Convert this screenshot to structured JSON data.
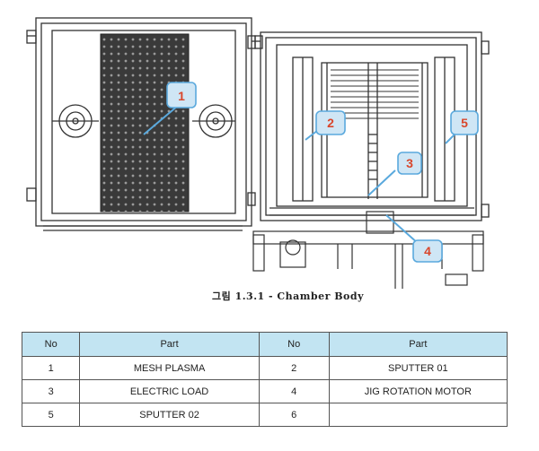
{
  "figure": {
    "caption": "그림 1.3.1 - Chamber Body",
    "callouts": [
      {
        "label": "1",
        "part": "MESH PLASMA"
      },
      {
        "label": "2",
        "part": "SPUTTER 01"
      },
      {
        "label": "3",
        "part": "ELECTRIC LOAD"
      },
      {
        "label": "4",
        "part": "JIG ROTATION MOTOR"
      },
      {
        "label": "5",
        "part": "SPUTTER 02"
      }
    ],
    "colors": {
      "callout_fill": "#cfe6f5",
      "callout_border": "#5aa9dd",
      "callout_text": "#d9462b",
      "line": "#333333"
    }
  },
  "table": {
    "headers": [
      "No",
      "Part",
      "No",
      "Part"
    ],
    "rows": [
      [
        "1",
        "MESH PLASMA",
        "2",
        "SPUTTER 01"
      ],
      [
        "3",
        "ELECTRIC LOAD",
        "4",
        "JIG ROTATION MOTOR"
      ],
      [
        "5",
        "SPUTTER 02",
        "6",
        ""
      ]
    ],
    "header_bg": "#c2e4f2"
  }
}
